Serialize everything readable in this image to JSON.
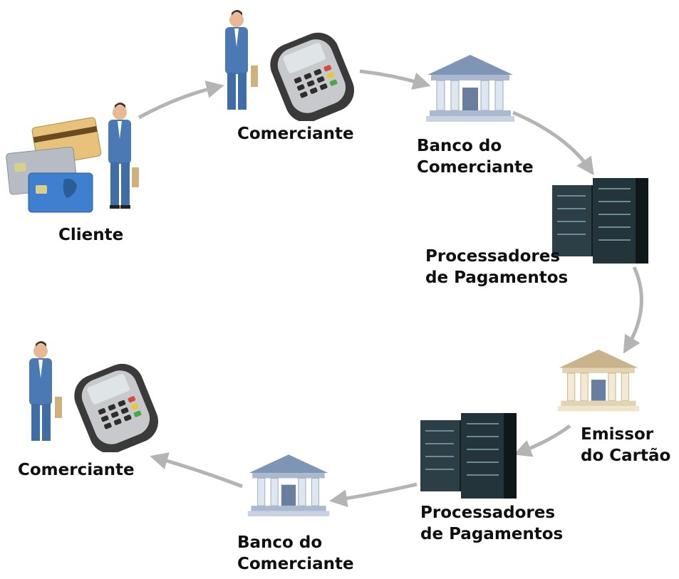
{
  "diagram": {
    "nodes": [
      {
        "id": "cliente",
        "icon": "customer-with-cards-icon",
        "lines": [
          "Cliente"
        ]
      },
      {
        "id": "comerciante-top",
        "icon": "merchant-with-pos-terminal-icon",
        "lines": [
          "Comerciante"
        ]
      },
      {
        "id": "banco-comerciante-top",
        "icon": "bank-building-icon",
        "lines": [
          "Banco do",
          "Comerciante"
        ]
      },
      {
        "id": "processadores-top",
        "icon": "server-rack-icon",
        "lines": [
          "Processadores",
          "de Pagamentos"
        ]
      },
      {
        "id": "emissor-cartao",
        "icon": "bank-building-gold-icon",
        "lines": [
          "Emissor",
          "do Cartão"
        ]
      },
      {
        "id": "processadores-bottom",
        "icon": "server-rack-icon",
        "lines": [
          "Processadores",
          "de Pagamentos"
        ]
      },
      {
        "id": "banco-comerciante-bottom",
        "icon": "bank-building-icon",
        "lines": [
          "Banco do",
          "Comerciante"
        ]
      },
      {
        "id": "comerciante-bottom",
        "icon": "merchant-with-pos-terminal-icon",
        "lines": [
          "Comerciante"
        ]
      }
    ],
    "edges": [
      {
        "from": "cliente",
        "to": "comerciante-top"
      },
      {
        "from": "comerciante-top",
        "to": "banco-comerciante-top"
      },
      {
        "from": "banco-comerciante-top",
        "to": "processadores-top"
      },
      {
        "from": "processadores-top",
        "to": "emissor-cartao"
      },
      {
        "from": "emissor-cartao",
        "to": "processadores-bottom"
      },
      {
        "from": "processadores-bottom",
        "to": "banco-comerciante-bottom"
      },
      {
        "from": "banco-comerciante-bottom",
        "to": "comerciante-bottom"
      }
    ],
    "colors": {
      "arrow": "#b4b4b4",
      "suit": "#4a79b3",
      "bank": "#7f95b5",
      "issuer_bank": "#d8c6a0",
      "server": "#23343b",
      "terminal": "#3a3a3a",
      "label": "#0f0f0f"
    }
  }
}
